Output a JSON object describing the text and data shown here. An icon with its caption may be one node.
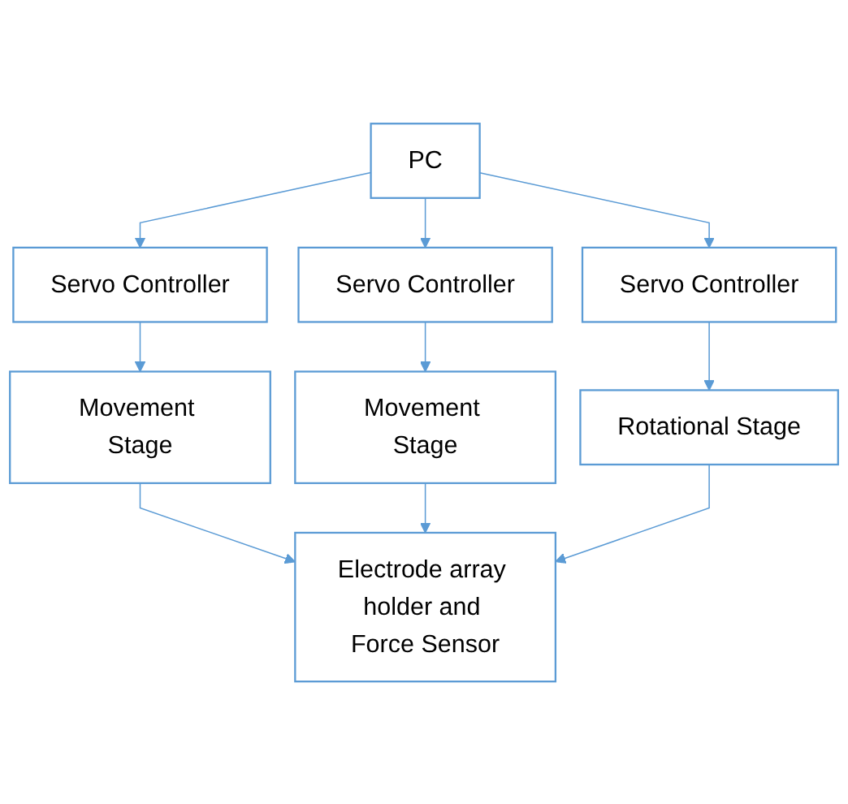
{
  "diagram": {
    "nodes": [
      {
        "text": [
          "PC"
        ]
      },
      {
        "text": [
          "Servo Controller"
        ]
      },
      {
        "text": [
          "Servo Controller"
        ]
      },
      {
        "text": [
          "Servo Controller"
        ]
      },
      {
        "text": [
          "Movement Stage"
        ]
      },
      {
        "text": [
          "Movement Stage"
        ]
      },
      {
        "text": [
          "Rotational Stage"
        ]
      },
      {
        "text": [
          "Electrode array holder and Force Sensor"
        ]
      }
    ],
    "edges": [
      {
        "from": 0,
        "to": 1,
        "arrow": "to"
      },
      {
        "from": 0,
        "to": 2,
        "arrow": "to"
      },
      {
        "from": 0,
        "to": 3,
        "arrow": "to"
      },
      {
        "from": 1,
        "to": 4,
        "arrow": "to"
      },
      {
        "from": 2,
        "to": 5,
        "arrow": "to"
      },
      {
        "from": 3,
        "to": 6,
        "arrow": "to"
      },
      {
        "from": 4,
        "to": 7,
        "arrow": "to"
      },
      {
        "from": 5,
        "to": 7,
        "arrow": "to"
      },
      {
        "from": 6,
        "to": 7,
        "arrow": "to"
      }
    ]
  }
}
